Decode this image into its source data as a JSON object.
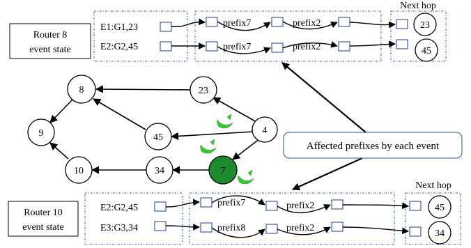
{
  "router8": {
    "title_line1": "Router 8",
    "title_line2": "event state",
    "events": [
      {
        "label": "E1:G1,23",
        "prefixes": [
          "prefix7",
          "prefix2"
        ],
        "next_hop": "23"
      },
      {
        "label": "E2:G2,45",
        "prefixes": [
          "prefix7",
          "prefix2"
        ],
        "next_hop": "45"
      }
    ],
    "next_hop_label": "Next hop"
  },
  "router10": {
    "title_line1": "Router 10",
    "title_line2": "event state",
    "events": [
      {
        "label": "E2:G2,45",
        "prefixes": [
          "prefix7",
          "prefix2"
        ],
        "next_hop": "45"
      },
      {
        "label": "E3:G3,34",
        "prefixes": [
          "prefix8",
          "prefix2"
        ],
        "next_hop": "34"
      }
    ],
    "next_hop_label": "Next hop"
  },
  "callout": "Affected prefixes by each event",
  "graph": {
    "nodes": [
      "8",
      "23",
      "9",
      "45",
      "4",
      "10",
      "34",
      "7"
    ],
    "highlighted_node": "7",
    "highlight_color": "#1e8a2e",
    "edges": [
      [
        "23",
        "8"
      ],
      [
        "4",
        "23"
      ],
      [
        "4",
        "45"
      ],
      [
        "4",
        "7"
      ],
      [
        "45",
        "8"
      ],
      [
        "8",
        "9"
      ],
      [
        "10",
        "9"
      ],
      [
        "34",
        "10"
      ],
      [
        "7",
        "34"
      ]
    ]
  }
}
